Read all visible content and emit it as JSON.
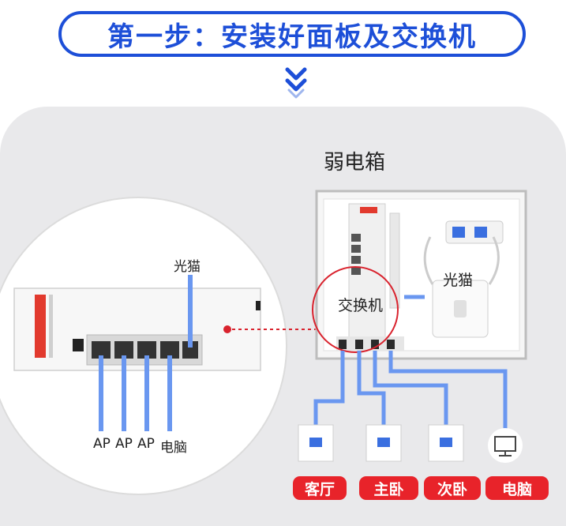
{
  "header": {
    "title": "第一步：安装好面板及交换机"
  },
  "box": {
    "title": "弱电箱"
  },
  "labels": {
    "modem_zoom": "光猫",
    "modem_box": "光猫",
    "switch": "交换机",
    "bottom_ports": [
      "AP",
      "AP",
      "AP",
      "电脑"
    ]
  },
  "rooms": [
    "客厅",
    "主卧",
    "次卧",
    "电脑"
  ],
  "colors": {
    "accent_blue": "#1d4fd8",
    "cable_blue": "#6a97f0",
    "room_red": "#e8232a",
    "pointer_red": "#d9232e"
  }
}
